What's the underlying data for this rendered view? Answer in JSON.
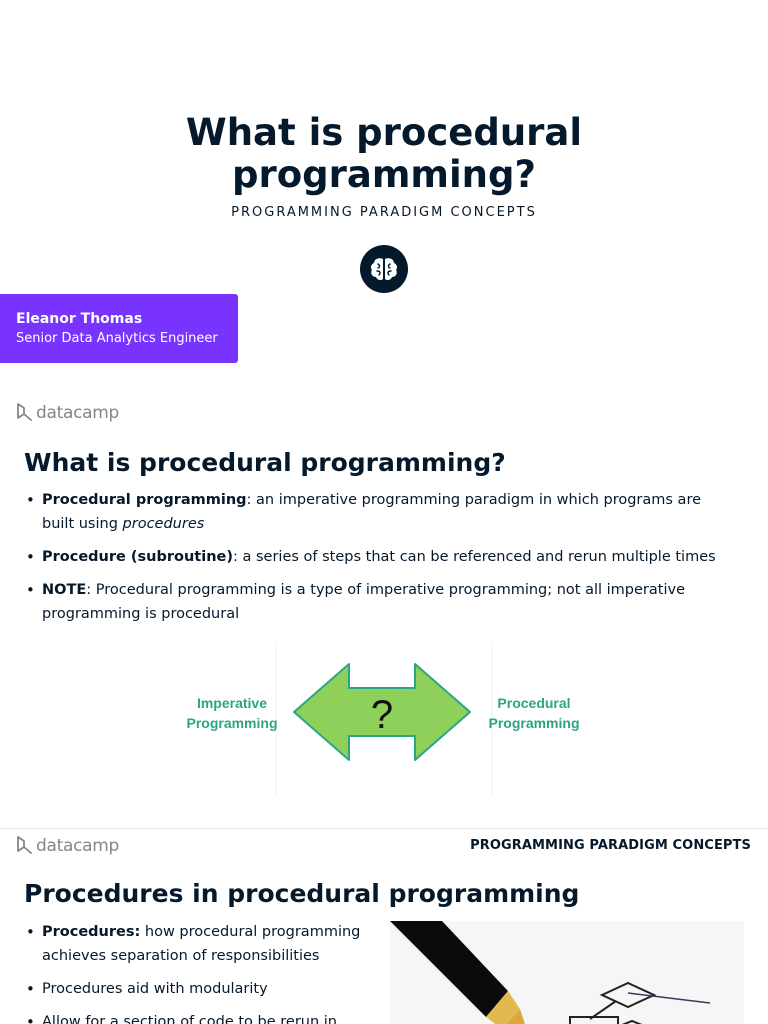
{
  "title_slide": {
    "title": "What is procedural\nprogramming?",
    "subtitle": "PROGRAMMING PARADIGM CONCEPTS",
    "badge_icon": "brain-icon",
    "author_name": "Eleanor Thomas",
    "author_role": "Senior Data Analytics Engineer",
    "accent_color": "#7933ff"
  },
  "logo": {
    "text": "datacamp",
    "icon": "datacamp-logo-icon"
  },
  "slide_2": {
    "heading": "What is procedural programming?",
    "bullets": [
      {
        "term": "Procedural programming",
        "text": ": an imperative programming paradigm in which programs are built using ",
        "emphasis": "procedures"
      },
      {
        "term": "Procedure (subroutine)",
        "text": ": a series of steps that can be referenced and rerun multiple times"
      },
      {
        "term": "NOTE",
        "text": ": Procedural programming is a type of imperative programming; not all imperative programming is procedural"
      }
    ],
    "diagram": {
      "left_label": "Imperative\nProgramming",
      "center_symbol": "?",
      "right_label": "Procedural\nProgramming",
      "arrow_color": "#8ed05a",
      "label_color": "#2aa586"
    }
  },
  "slide_3": {
    "header_right": "PROGRAMMING PARADIGM CONCEPTS",
    "heading": "Procedures in procedural programming",
    "bullets": [
      {
        "term": "Procedures:",
        "text": " how procedural programming achieves separation of responsibilities"
      },
      {
        "term": "",
        "text": "Procedures aid with modularity"
      },
      {
        "term": "",
        "text": "Allow for a section of code to be rerun in"
      }
    ]
  }
}
